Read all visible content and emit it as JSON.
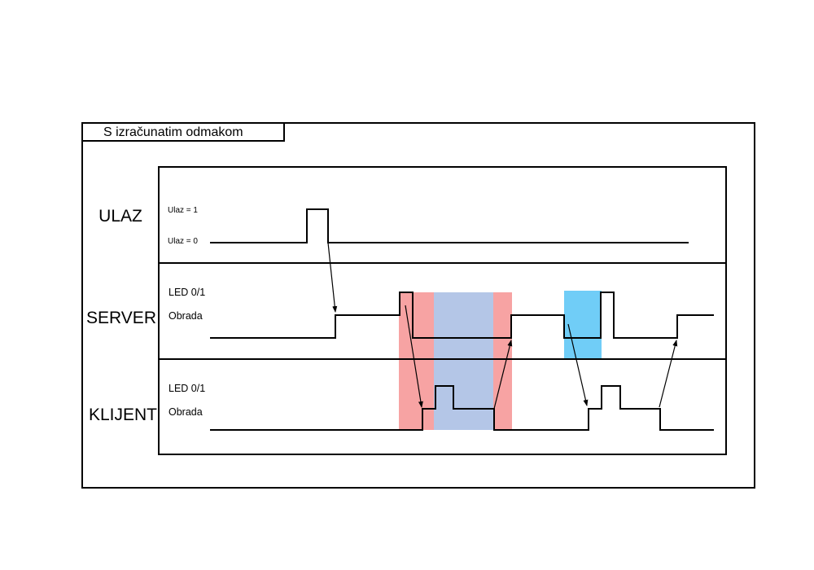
{
  "diagram": {
    "frame_title": "S izračunatim odmakom",
    "rows": [
      {
        "id": "ulaz",
        "label": "ULAZ",
        "levels": [
          "Ulaz = 1",
          "Ulaz = 0"
        ]
      },
      {
        "id": "server",
        "label": "SERVER",
        "levels": [
          "LED 0/1",
          "Obrada"
        ]
      },
      {
        "id": "klijent",
        "label": "KLIJENT",
        "levels": [
          "LED 0/1",
          "Obrada"
        ]
      }
    ],
    "colors": {
      "latency_red": "#f7a3a3",
      "processing_blue": "#b4c6e7",
      "highlight_cyan": "#70cdf7",
      "line": "#000000"
    }
  }
}
